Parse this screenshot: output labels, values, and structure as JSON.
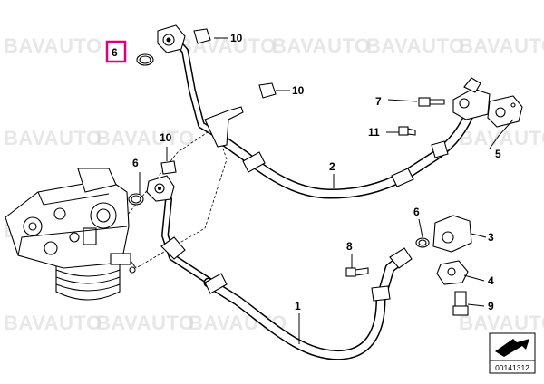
{
  "watermark": "BAVAUTO",
  "callouts": {
    "c6a": "6",
    "c10a": "10",
    "c10b": "10",
    "c10c": "10",
    "c6b": "6",
    "c7": "7",
    "c11": "11",
    "c5": "5",
    "c2": "2",
    "c6c": "6",
    "c3": "3",
    "c8": "8",
    "c4": "4",
    "c9": "9",
    "c1": "1"
  },
  "diagram_id": "00141312",
  "colors": {
    "highlight": "#e0007a",
    "watermark": "#d3d3d3"
  }
}
